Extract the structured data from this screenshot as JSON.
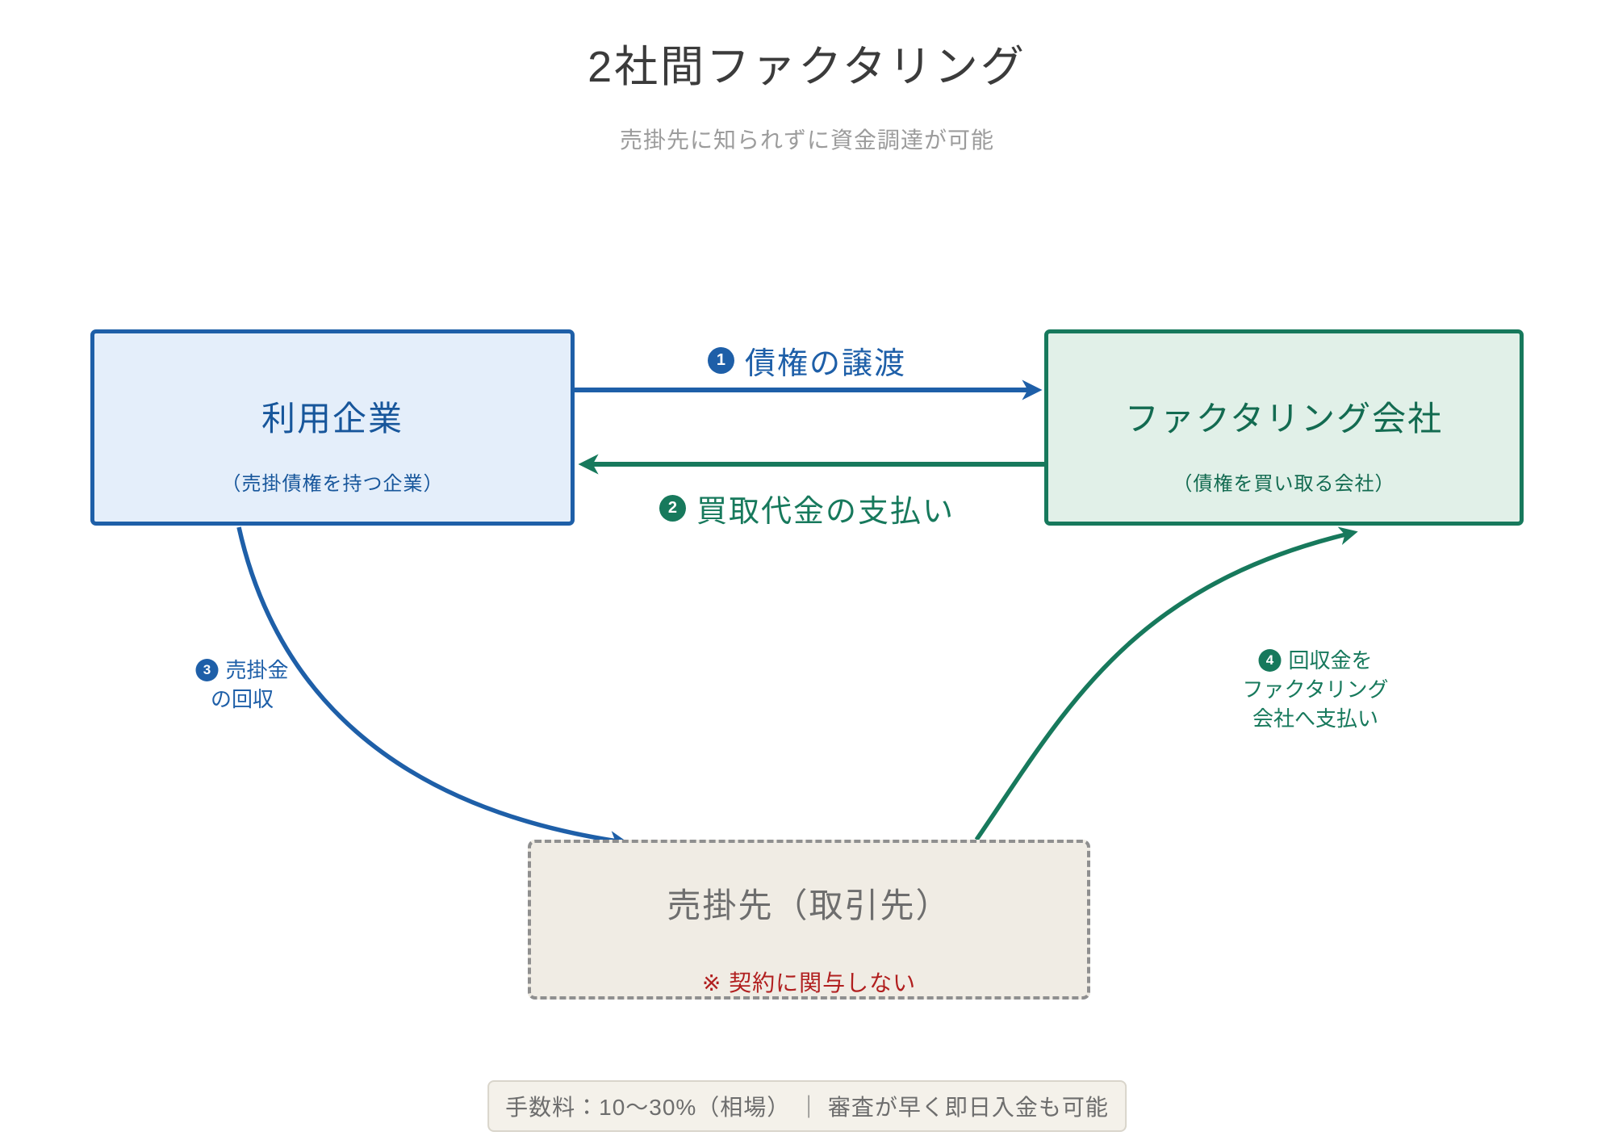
{
  "colors": {
    "blue": "#1e5fa8",
    "blue_fill": "#e4eefa",
    "blue_text": "#17569b",
    "green": "#17795c",
    "green_fill": "#e1f0e8",
    "green_text": "#136b51",
    "title_text": "#3b3b3b",
    "subtitle_text": "#9c9c9c",
    "client_fill": "#f0ece4",
    "client_border": "#8f8f8f",
    "client_text": "#6e6e6e",
    "red": "#b11f1f",
    "footer_fill": "#f4f1ea",
    "footer_border": "#d9d5cb",
    "footer_text": "#6d6d6d"
  },
  "header": {
    "title": "2社間ファクタリング",
    "subtitle": "売掛先に知られずに資金調達が可能"
  },
  "nodes": {
    "user_company": {
      "title": "利用企業",
      "subtitle": "（売掛債権を持つ企業）"
    },
    "factoring_company": {
      "title": "ファクタリング会社",
      "subtitle": "（債権を買い取る会社）"
    },
    "client": {
      "title": "売掛先（取引先）",
      "note": "※ 契約に関与しない"
    }
  },
  "flows": [
    {
      "number": "1",
      "label": "債権の譲渡"
    },
    {
      "number": "2",
      "label": "買取代金の支払い"
    },
    {
      "number": "3",
      "label_lines": [
        "売掛金",
        "の回収"
      ]
    },
    {
      "number": "4",
      "label_lines": [
        "回収金を",
        "ファクタリング",
        "会社へ支払い"
      ]
    }
  ],
  "footer": {
    "note": "手数料：10〜30%（相場） ｜ 審査が早く即日入金も可能"
  }
}
